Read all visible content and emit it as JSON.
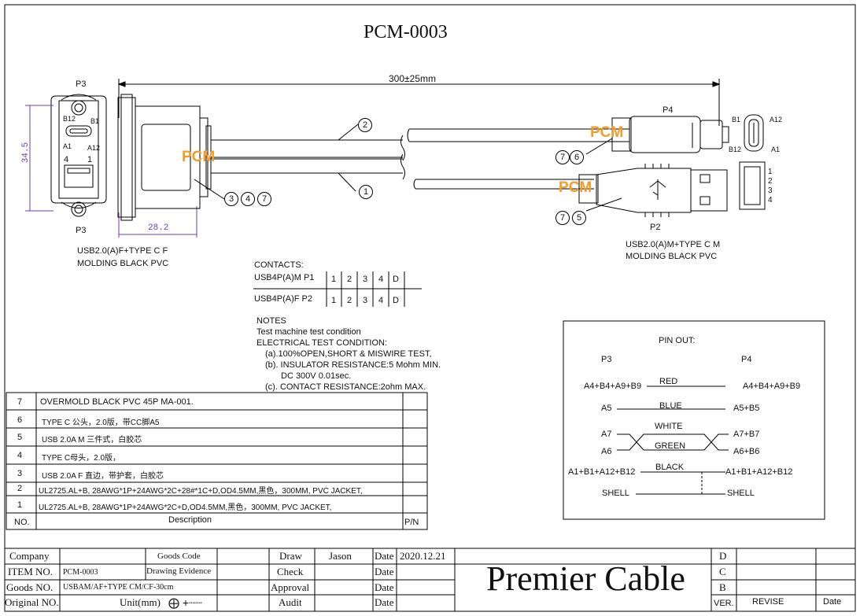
{
  "drawing_title": "PCM-0003",
  "length_dim": "300±25mm",
  "left_connector": {
    "label_top": "P3",
    "label_bottom": "P3",
    "pin_b12": "B12",
    "pin_b1": "B1",
    "pin_a1": "A1",
    "pin_a12": "A12",
    "pin_4": "4",
    "pin_1": "1",
    "height_dim": "34.5",
    "width_dim": "28.2",
    "caption_line1": "USB2.0(A)F+TYPE C F",
    "caption_line2": "MOLDING BLACK PVC",
    "callouts": [
      "3",
      "4",
      "7"
    ]
  },
  "right_connector": {
    "label_p4": "P4",
    "label_p2": "P2",
    "pin_b1": "B1",
    "pin_a12": "A12",
    "pin_b12": "B12",
    "pin_a1": "A1",
    "usb_pins": [
      "1",
      "2",
      "3",
      "4"
    ],
    "callouts_top": [
      "7",
      "6"
    ],
    "callouts_bottom": [
      "7",
      "5"
    ],
    "caption_line1": "USB2.0(A)M+TYPE C M",
    "caption_line2": "MOLDING BLACK PVC"
  },
  "cable_callouts": [
    "2",
    "1"
  ],
  "pcm_logo": "PCM",
  "contacts": {
    "title": "CONTACTS:",
    "rows": [
      {
        "name": "USB4P(A)M P1",
        "pins": [
          "1",
          "2",
          "3",
          "4",
          "D"
        ]
      },
      {
        "name": "USB4P(A)F  P2",
        "pins": [
          "1",
          "2",
          "3",
          "4",
          "D"
        ]
      }
    ]
  },
  "notes": {
    "lines": [
      "NOTES",
      "Test machine test condition",
      "ELECTRICAL TEST CONDITION:",
      "(a).100%OPEN,SHORT & MISWIRE TEST,",
      "(b). INSULATOR RESISTANCE:5 Mohm MIN.",
      "DC 300V 0.01sec.",
      "(c). CONTACT RESISTANCE:2ohm MAX."
    ]
  },
  "pinout": {
    "title": "PIN OUT:",
    "left_head": "P3",
    "right_head": "P4",
    "rows": [
      {
        "left": "A4+B4+A9+B9",
        "color": "RED",
        "right": "A4+B4+A9+B9"
      },
      {
        "left": "A5",
        "color": "BLUE",
        "right": "A5+B5"
      },
      {
        "left": "A7",
        "color": "WHITE",
        "right": "A7+B7"
      },
      {
        "left": "A6",
        "color": "GREEN",
        "right": "A6+B6"
      },
      {
        "left": "A1+B1+A12+B12",
        "color": "BLACK",
        "right": "A1+B1+A12+B12"
      },
      {
        "left": "SHELL",
        "color": "",
        "right": "SHELL"
      }
    ]
  },
  "bom": {
    "rows": [
      {
        "no": "7",
        "desc": "OVERMOLD BLACK PVC 45P MA-001."
      },
      {
        "no": "6",
        "desc": "TYPE C 公头，2.0版，带CC脚A5"
      },
      {
        "no": "5",
        "desc": "USB 2.0A M 三件式，白胶芯"
      },
      {
        "no": "4",
        "desc": "TYPE C母头，2.0版，"
      },
      {
        "no": "3",
        "desc": "USB 2.0A F 直边，带护套，白胶芯"
      },
      {
        "no": "2",
        "desc": "UL2725.AL+B, 28AWG*1P+24AWG*2C+28#*1C+D,OD4.5MM,黑色，300MM, PVC JACKET,"
      },
      {
        "no": "1",
        "desc": "UL2725.AL+B, 28AWG*1P+24AWG*2C+D,OD4.5MM,黑色，300MM, PVC JACKET,"
      }
    ],
    "head_no": "NO.",
    "head_desc": "Description",
    "head_pn": "P/N"
  },
  "title_block": {
    "company_label": "Company",
    "goods_code_label": "Goods Code",
    "item_no_label": "ITEM NO.",
    "item_no_value": "PCM-0003",
    "drawing_evidence_label": "Drawing Evidence",
    "goods_no_label": "Goods NO.",
    "goods_no_value": "USBAM/AF+TYPE CM/CF-30cm",
    "original_no_label": "Original NO.",
    "unit_label": "Unit(mm)",
    "draw_label": "Draw",
    "draw_value": "Jason",
    "check_label": "Check",
    "approval_label": "Approval",
    "audit_label": "Audit",
    "date_label": "Date",
    "date_value": "2020.12.21",
    "company_name": "Premier Cable",
    "rev_letters": [
      "D",
      "C",
      "B"
    ],
    "ver_label": "VER.",
    "revise_label": "REVISE",
    "rev_date_label": "Date"
  }
}
